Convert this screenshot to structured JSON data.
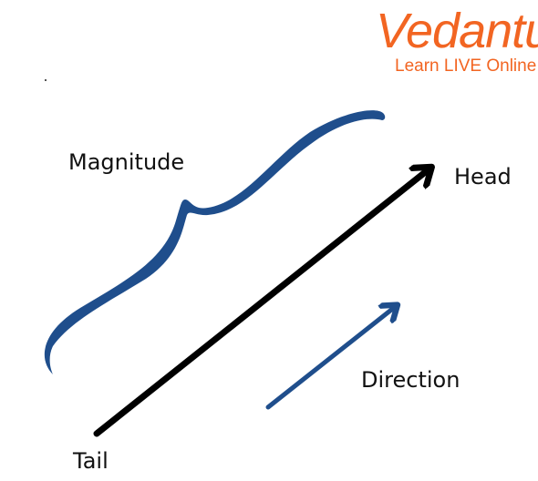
{
  "logo": {
    "name": "Vedantu",
    "tagline": "Learn LIVE Online"
  },
  "labels": {
    "magnitude": "Magnitude",
    "head": "Head",
    "direction": "Direction",
    "tail": "Tail"
  },
  "colors": {
    "brand_orange": "#f26522",
    "magnitude_brace": "#1f4e8c",
    "direction_arrow": "#1f4e8c",
    "vector_arrow": "#000000",
    "label_text": "#111111"
  }
}
